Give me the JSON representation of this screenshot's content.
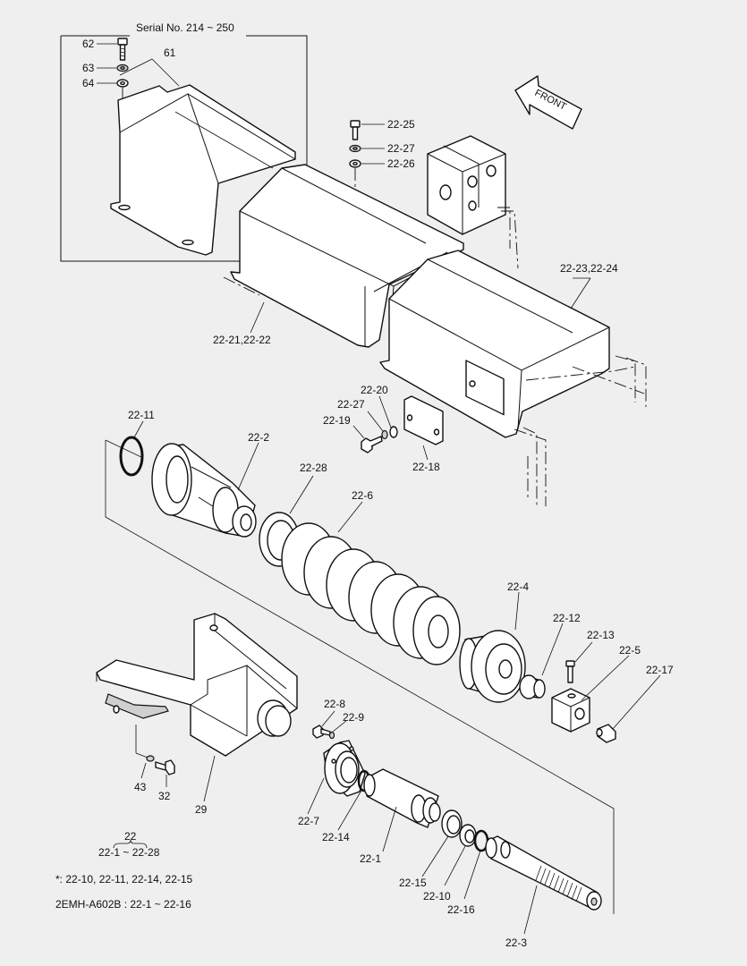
{
  "serial_note": "Serial No. 214 ~ 250",
  "front_label": "FRONT",
  "callouts": {
    "c62": "62",
    "c63": "63",
    "c64": "64",
    "c61": "61",
    "c22_25": "22-25",
    "c22_27a": "22-27",
    "c22_26": "22-26",
    "c22_23_24": "22-23,22-24",
    "c22_21_22": "22-21,22-22",
    "c22_20": "22-20",
    "c22_27b": "22-27",
    "c22_19": "22-19",
    "c22_18": "22-18",
    "c22_11": "22-11",
    "c22_2": "22-2",
    "c22_28": "22-28",
    "c22_6": "22-6",
    "c22_4": "22-4",
    "c22_12": "22-12",
    "c22_13": "22-13",
    "c22_5": "22-5",
    "c22_17": "22-17",
    "c22_8": "22-8",
    "c22_9": "22-9",
    "c43": "43",
    "c32": "32",
    "c29": "29",
    "c22_7": "22-7",
    "c22_14": "22-14",
    "c22_1": "22-1",
    "c22_15": "22-15",
    "c22_10": "22-10",
    "c22_16": "22-16",
    "c22_3": "22-3"
  },
  "assembly_note": {
    "top": "22",
    "bottom": "22-1 ~ 22-28"
  },
  "footnote_star": "*: 22-10, 22-11, 22-14, 22-15",
  "footnote_kit": "2EMH-A602B : 22-1 ~ 22-16"
}
